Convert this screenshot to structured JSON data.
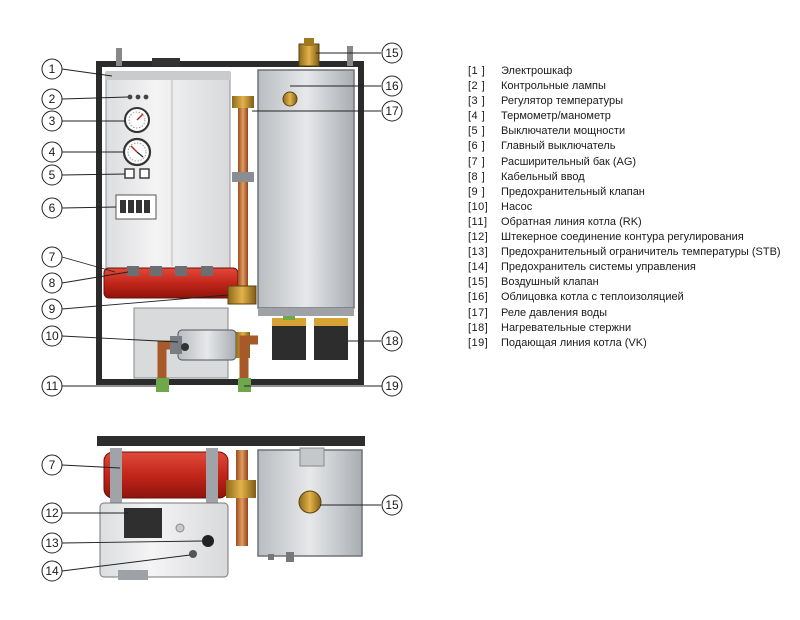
{
  "callouts": [
    "1",
    "2",
    "3",
    "4",
    "5",
    "6",
    "7",
    "8",
    "9",
    "10",
    "11",
    "12",
    "13",
    "14",
    "15",
    "16",
    "17",
    "18",
    "19"
  ],
  "legend": [
    {
      "num": "[1 ]",
      "text": "Электрошкаф"
    },
    {
      "num": "[2 ]",
      "text": "Контрольные лампы"
    },
    {
      "num": "[3 ]",
      "text": "Регулятор температуры"
    },
    {
      "num": "[4 ]",
      "text": "Термометр/манометр"
    },
    {
      "num": "[5 ]",
      "text": "Выключатели мощности"
    },
    {
      "num": "[6 ]",
      "text": "Главный выключатель"
    },
    {
      "num": "[7 ]",
      "text": "Расширительный бак (AG)"
    },
    {
      "num": "[8 ]",
      "text": "Кабельный ввод"
    },
    {
      "num": "[9 ]",
      "text": "Предохранительный клапан"
    },
    {
      "num": "[10]",
      "text": "Насос"
    },
    {
      "num": "[11]",
      "text": "Обратная линия котла (RK)"
    },
    {
      "num": "[12]",
      "text": "Штекерное соединение контура регулирования"
    },
    {
      "num": "[13]",
      "text": "Предохранительный ограничитель температуры (STB)"
    },
    {
      "num": "[14]",
      "text": "Предохранитель системы управления"
    },
    {
      "num": "[15]",
      "text": "Воздушный клапан"
    },
    {
      "num": "[16]",
      "text": "Облицовка котла с теплоизоляцией"
    },
    {
      "num": "[17]",
      "text": "Реле давления воды"
    },
    {
      "num": "[18]",
      "text": "Нагревательные стержни"
    },
    {
      "num": "[19]",
      "text": "Подающая линия котла (VK)"
    }
  ]
}
